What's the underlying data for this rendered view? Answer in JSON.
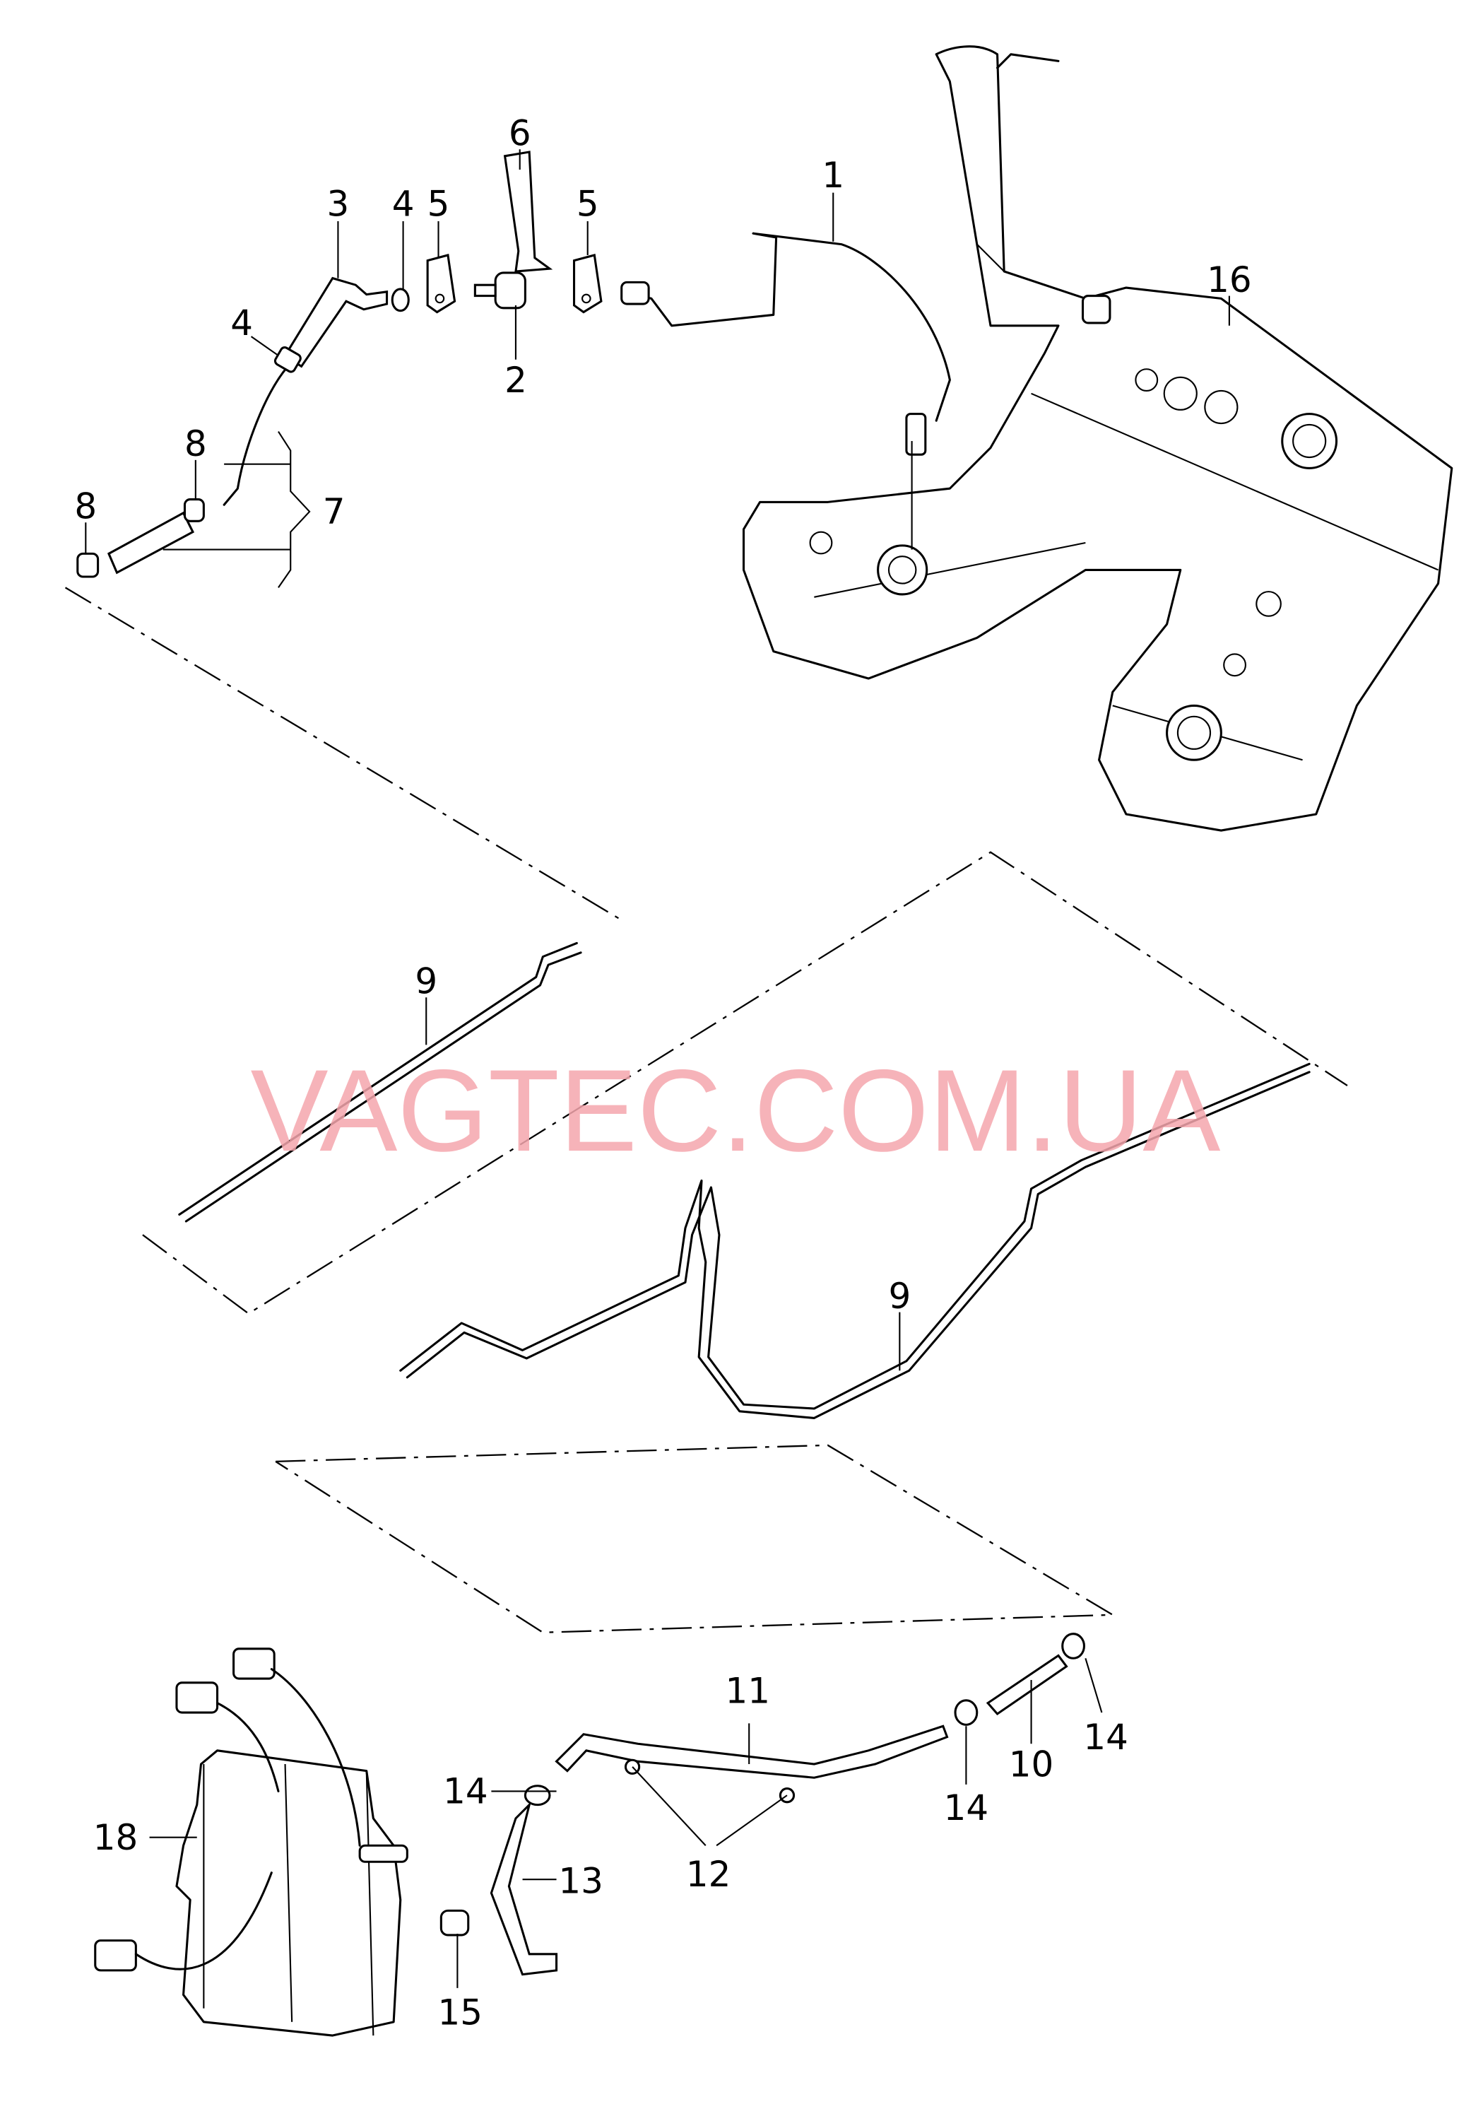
{
  "watermark": "VAGTEC.COM.UA",
  "colors": {
    "watermark": "#f4a6ad",
    "line": "#000000",
    "background": "#ffffff"
  },
  "callouts": [
    {
      "id": "c1",
      "text": "1"
    },
    {
      "id": "c2",
      "text": "2"
    },
    {
      "id": "c3",
      "text": "3"
    },
    {
      "id": "c4a",
      "text": "4"
    },
    {
      "id": "c4b",
      "text": "4"
    },
    {
      "id": "c5a",
      "text": "5"
    },
    {
      "id": "c5b",
      "text": "5"
    },
    {
      "id": "c6",
      "text": "6"
    },
    {
      "id": "c7",
      "text": "7"
    },
    {
      "id": "c8a",
      "text": "8"
    },
    {
      "id": "c8b",
      "text": "8"
    },
    {
      "id": "c9a",
      "text": "9"
    },
    {
      "id": "c9b",
      "text": "9"
    },
    {
      "id": "c10",
      "text": "10"
    },
    {
      "id": "c11",
      "text": "11"
    },
    {
      "id": "c12",
      "text": "12"
    },
    {
      "id": "c13",
      "text": "13"
    },
    {
      "id": "c14a",
      "text": "14"
    },
    {
      "id": "c14b",
      "text": "14"
    },
    {
      "id": "c14c",
      "text": "14"
    },
    {
      "id": "c15",
      "text": "15"
    },
    {
      "id": "c16",
      "text": "16"
    },
    {
      "id": "c18",
      "text": "18"
    }
  ]
}
